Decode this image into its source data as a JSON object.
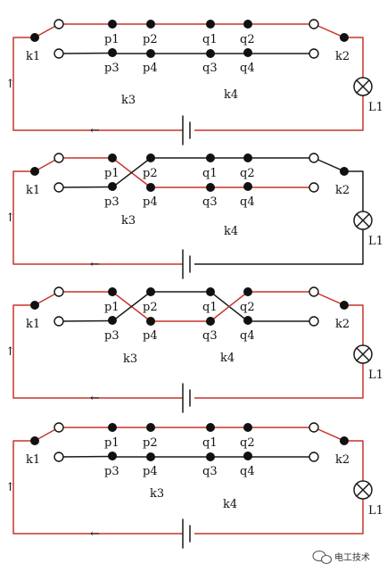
{
  "colors": {
    "live_wire": "#c8342c",
    "neutral_wire": "#1a1a1a",
    "node": "#111111",
    "open_node_fill": "#ffffff",
    "lamp_fill": "#ffffff"
  },
  "labels": {
    "k1": "k1",
    "k2": "k2",
    "k3": "k3",
    "k4": "k4",
    "p1": "p1",
    "p2": "p2",
    "p3": "p3",
    "p4": "p4",
    "q1": "q1",
    "q2": "q2",
    "q3": "q3",
    "q4": "q4",
    "lamp": "L1"
  },
  "icons": {
    "current_arrow_up": "arrow-up-icon",
    "current_arrow_left": "arrow-left-icon",
    "lamp": "lamp-icon",
    "battery": "battery-icon"
  },
  "watermark": {
    "text": "电工技术"
  },
  "circuits": [
    {
      "k3_crossed": false,
      "k4_crossed": false,
      "lamp_on": true
    },
    {
      "k3_crossed": true,
      "k4_crossed": false,
      "lamp_on": false
    },
    {
      "k3_crossed": true,
      "k4_crossed": true,
      "lamp_on": true
    },
    {
      "k3_crossed": false,
      "k4_crossed": false,
      "lamp_on": true
    }
  ]
}
